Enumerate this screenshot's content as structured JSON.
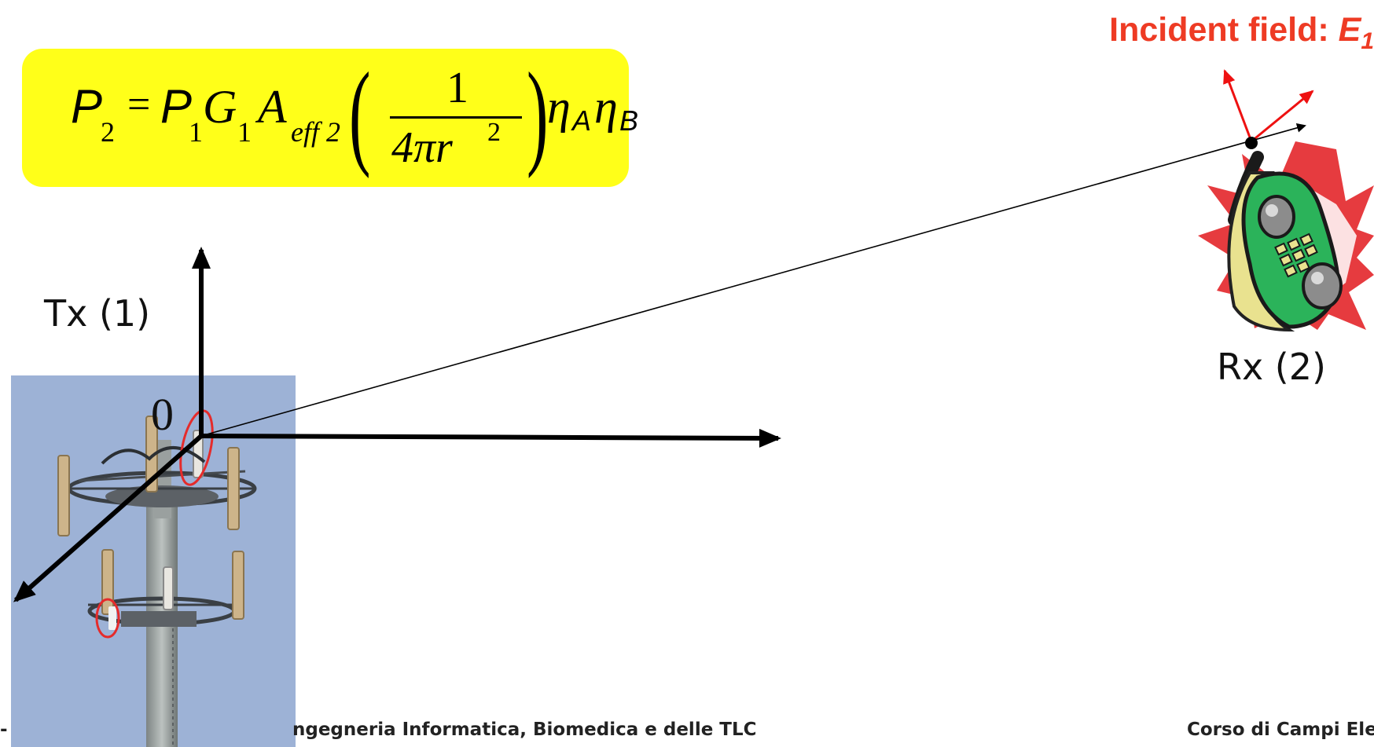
{
  "formula": {
    "lhs_symbol": "P",
    "lhs_sub": "2",
    "equals": "=",
    "p_symbol": "P",
    "p_sub": "1",
    "g_symbol": "G",
    "g_sub": "1",
    "a_symbol": "A",
    "a_sub": "eff 2",
    "frac_num": "1",
    "frac_den_prefix": "4πr",
    "frac_den_exp": "2",
    "eta_symbol": "η",
    "eta_a_sub": "A",
    "eta_b_sub": "B",
    "highlight_color": "#ffff19"
  },
  "labels": {
    "tx": "Tx (1)",
    "origin": "0",
    "rx": "Rx (2)",
    "incident_prefix": "Incident field: ",
    "incident_symbol": "E",
    "incident_sub": "1"
  },
  "footer": {
    "left_dash": "-",
    "left_text": "ngegneria Informatica, Biomedica e delle TLC",
    "right_text": "Corso di Campi Ele"
  },
  "colors": {
    "incident_text": "#ee3b24",
    "field_arrows": "#ee1111",
    "sky": "#9db2d6",
    "phone_body": "#2bb35a",
    "burst": "#e3262a"
  },
  "icons": {
    "tower": "cell-tower-photo",
    "phone": "cellphone-clipart"
  }
}
